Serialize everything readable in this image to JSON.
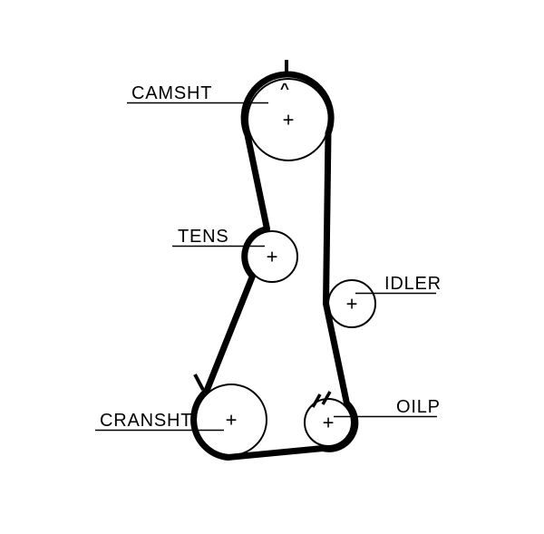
{
  "diagram": {
    "labels": {
      "camshaft": "CAMSHT",
      "tensioner": "TENS",
      "idler": "IDLER",
      "crankshaft": "CRANSHT",
      "oil_pump": "OILP"
    },
    "marks": {
      "center_cross": "+",
      "alignment_caret": "^"
    },
    "colors": {
      "line": "#000000",
      "background": "#ffffff"
    }
  }
}
